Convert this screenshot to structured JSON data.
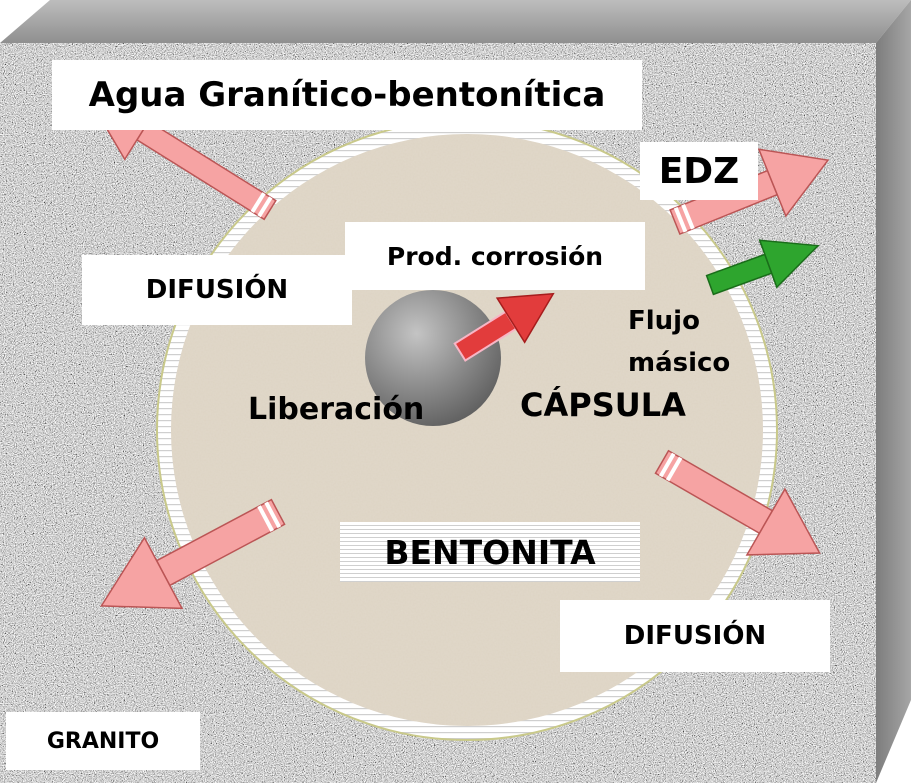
{
  "labels": {
    "water": "Agua Granítico-bentonítica",
    "edz": "EDZ",
    "corrosion": "Prod. corrosión",
    "diffusion_left": "DIFUSIÓN",
    "mass_flow_line1": "Flujo",
    "mass_flow_line2": "másico",
    "release": "Liberación",
    "capsule": "CÁPSULA",
    "bentonite": "BENTONITA",
    "diffusion_right": "DIFUSIÓN",
    "granite": "GRANITO"
  },
  "colors": {
    "granite_base": "#8c8c8c",
    "bentonite": "#ddd3c3",
    "capsule": "#8a8a8a",
    "diffusion_arrow": "#f6a3a3",
    "corrosion_arrow": "#e23c3c",
    "mass_flow_arrow": "#2ea52e",
    "block_side": "#8f8f8f",
    "block_top": "#a9a9a9"
  }
}
